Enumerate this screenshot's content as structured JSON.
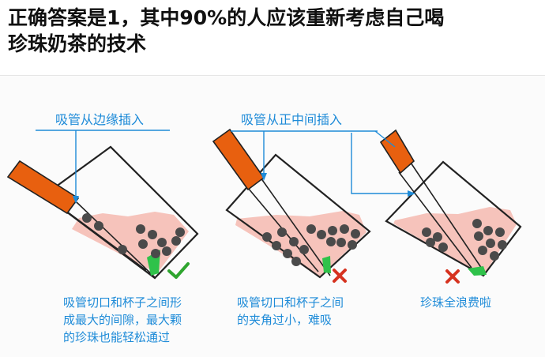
{
  "headline": "正确答案是1，其中90%的人应该重新考虑自己喝\n珍珠奶茶的技术",
  "panels": [
    {
      "label": "吸管从边缘插入",
      "caption": "吸管切口和杯子之间形\n成最大的间隙，最大颗\n的珍珠也能轻松通过",
      "verdict": "correct",
      "verdict_mark": "check-icon"
    },
    {
      "label": "吸管从正中间插入",
      "caption": "吸管切口和杯子之间\n的夹角过小，难吸",
      "verdict": "wrong",
      "verdict_mark": "cross-icon"
    },
    {
      "label": "",
      "caption": "珍珠全浪费啦",
      "verdict": "wrong",
      "verdict_mark": "cross-icon"
    }
  ],
  "colors": {
    "straw": "#e8600f",
    "tea": "#f6c3bb",
    "pearl": "#4a4a4a",
    "gap_highlight": "#2fc24a",
    "annotation": "#1e8bd8",
    "check": "#2fa52f",
    "cross": "#d6321f"
  }
}
